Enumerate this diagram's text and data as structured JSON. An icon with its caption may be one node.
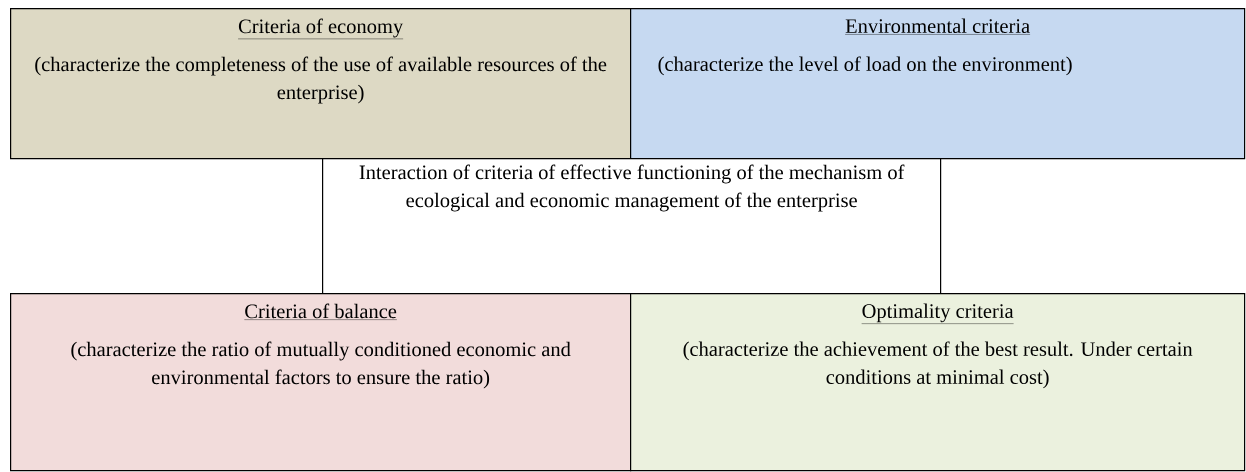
{
  "diagram": {
    "nodes": [
      {
        "text": [
          "Criteria of economy",
          "(characterize the completeness of the use of available resources of the enterprise)"
        ]
      },
      {
        "text": [
          "Environmental criteria",
          "(characterize the level of load on the environment)"
        ]
      },
      {
        "text": [
          "Interaction of criteria of effective functioning of the mechanism of ecological and economic management of the enterprise"
        ]
      },
      {
        "text": [
          "Criteria of balance",
          "(characterize the ratio of mutually conditioned economic and environmental factors to ensure the ratio)"
        ]
      },
      {
        "text": [
          "Optimality criteria",
          "(characterize the achievement of the best result. Under certain conditions at minimal cost)"
        ]
      }
    ]
  }
}
